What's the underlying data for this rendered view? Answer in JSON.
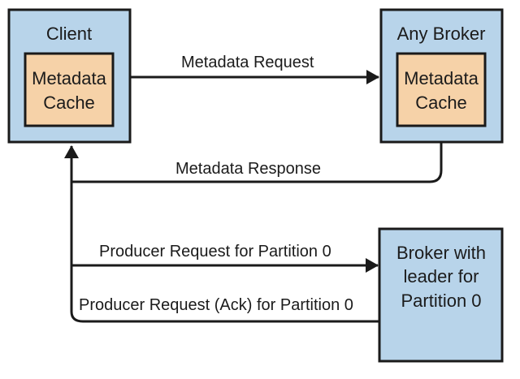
{
  "nodes": {
    "client": {
      "title": "Client",
      "cache_line1": "Metadata",
      "cache_line2": "Cache"
    },
    "any_broker": {
      "title": "Any Broker",
      "cache_line1": "Metadata",
      "cache_line2": "Cache"
    },
    "leader_broker": {
      "line1": "Broker with",
      "line2": "leader for",
      "line3": "Partition 0"
    }
  },
  "edges": {
    "metadata_request": "Metadata Request",
    "metadata_response": "Metadata Response",
    "producer_request": "Producer Request for Partition 0",
    "producer_ack": "Producer Request (Ack) for Partition 0"
  },
  "colors": {
    "box_fill": "#b8d4ea",
    "cache_fill": "#f6d2a8",
    "stroke": "#1a1a1a",
    "text": "#1b1b1b"
  }
}
